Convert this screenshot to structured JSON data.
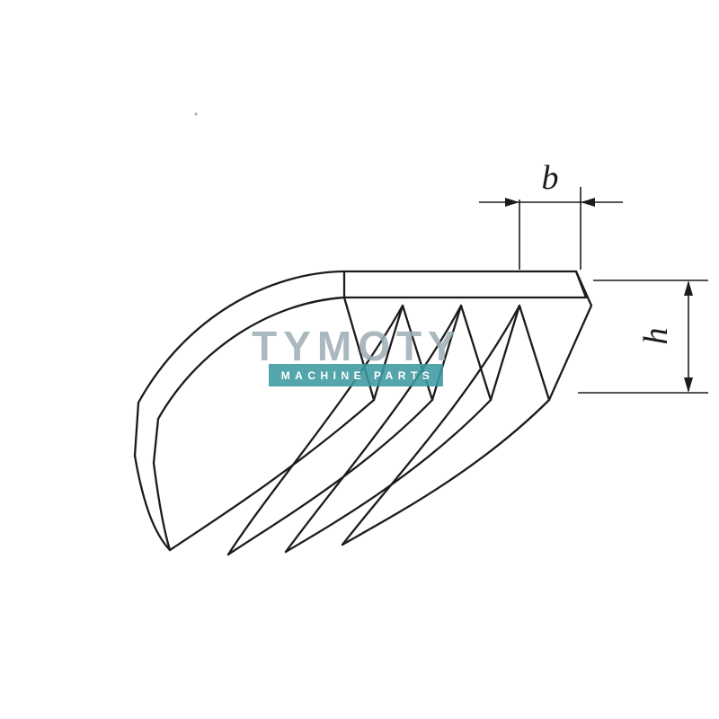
{
  "diagram": {
    "labels": {
      "width": "b",
      "height": "h"
    },
    "watermark": {
      "brand": "TYMOTY",
      "tagline": "MACHINE PARTS"
    },
    "colors": {
      "line": "#1c1c1c",
      "watermark_text": "#9cadb5",
      "badge": "#3d9aa1",
      "badge_text": "#ffffff",
      "background": "#ffffff"
    }
  }
}
